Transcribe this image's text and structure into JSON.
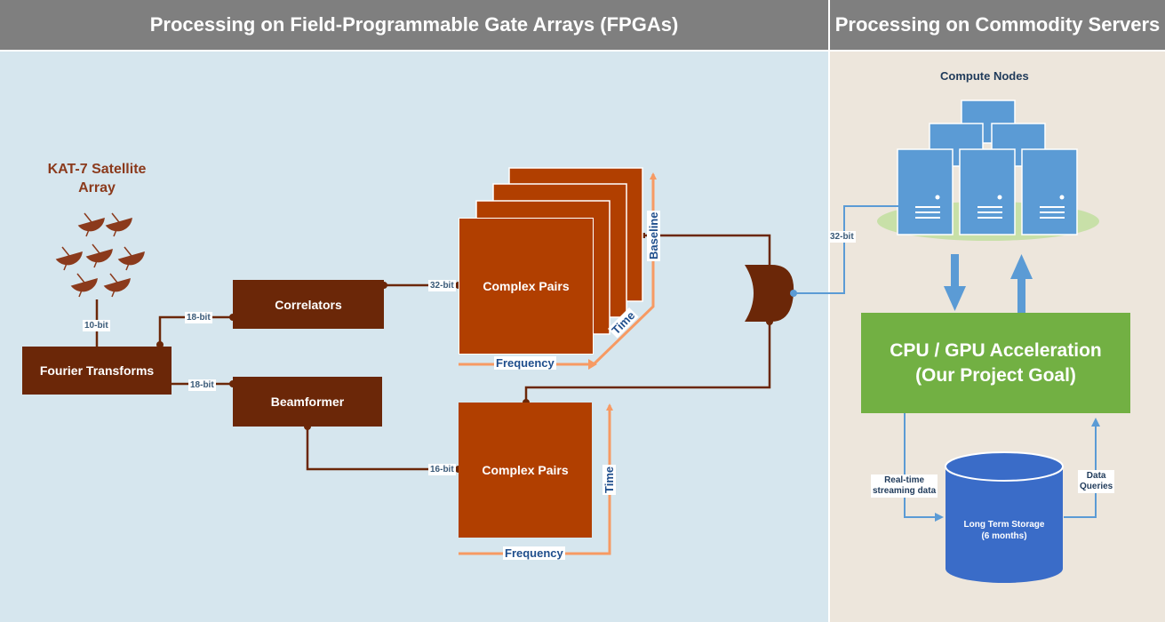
{
  "headers": {
    "fpga": "Processing on Field-Programmable Gate Arrays (FPGAs)",
    "servers": "Processing on Commodity Servers"
  },
  "array": {
    "title": "KAT-7 Satellite Array",
    "link_label": "10-bit"
  },
  "blocks": {
    "fourier": "Fourier Transforms",
    "correlators": "Correlators",
    "beamformer": "Beamformer",
    "pairs_top": "Complex Pairs",
    "pairs_bottom": "Complex Pairs",
    "acceleration_line1": "CPU / GPU Acceleration",
    "acceleration_line2": "(Our Project Goal)",
    "storage_line1": "Long Term Storage",
    "storage_line2": "(6 months)"
  },
  "links": {
    "fourier_to_correlators": "18-bit",
    "fourier_to_beamformer": "18-bit",
    "correlators_to_pairs": "32-bit",
    "beamformer_to_pairs": "16-bit",
    "merge_to_nodes": "32-bit"
  },
  "axes": {
    "top_frequency": "Frequency",
    "top_time": "Time",
    "top_baseline": "Baseline",
    "bottom_frequency": "Frequency",
    "bottom_time": "Time"
  },
  "servers": {
    "title": "Compute Nodes",
    "realtime_line1": "Real-time",
    "realtime_line2": "streaming data",
    "queries_line1": "Data",
    "queries_line2": "Queries"
  },
  "colors": {
    "fpga_bg": "#d6e6ee",
    "server_bg": "#ede6dc",
    "header_bg": "#7f7f7f",
    "block_dark": "#6b2708",
    "block_orange": "#b13f00",
    "arrow_orange": "#f79a63",
    "accent_blue": "#5b9bd5",
    "accel_green": "#72b043",
    "storage_blue": "#3a6cc8"
  }
}
